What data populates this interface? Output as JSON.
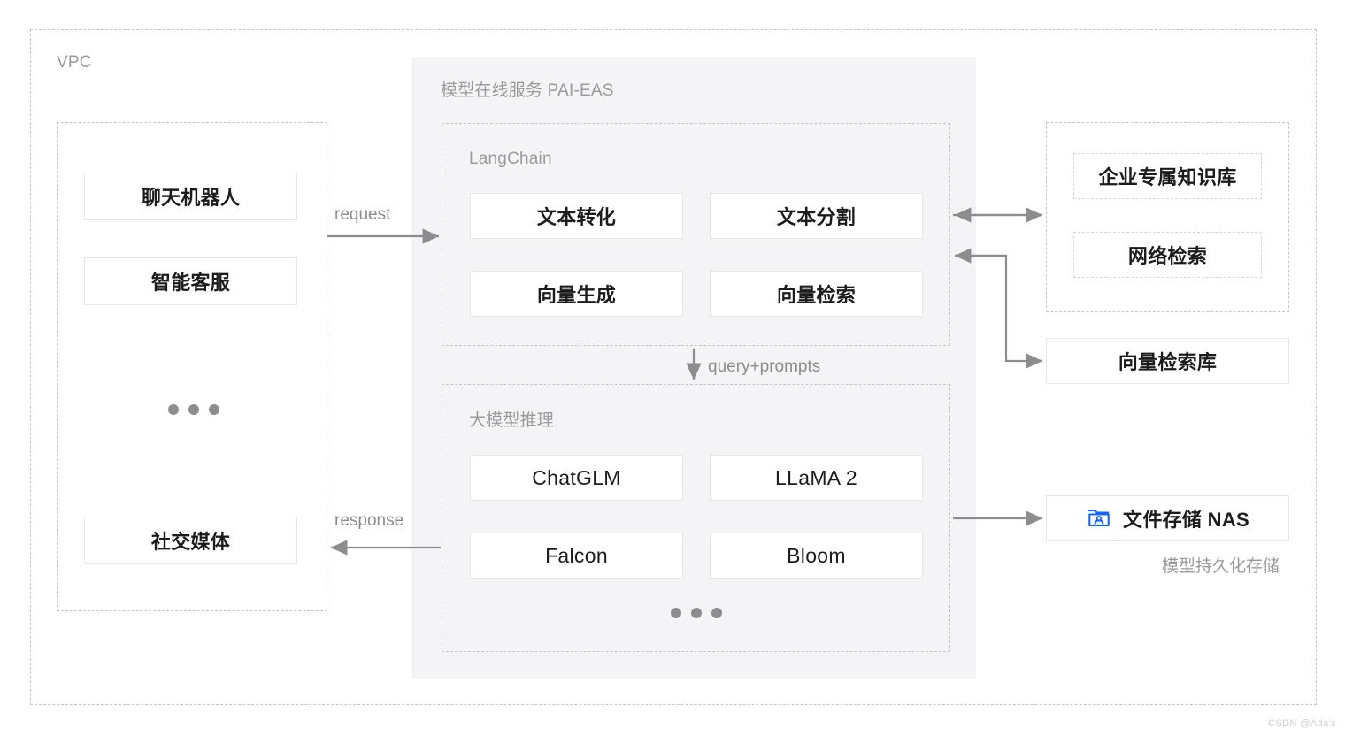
{
  "diagram": {
    "title": "VPC",
    "watermark": "CSDN @Ada's",
    "colors": {
      "panel_bg": "#f4f4f6",
      "dashed_border": "#c6c6c6",
      "card_border": "#e6e6e6",
      "arrow": "#8d8d8d",
      "muted_text": "#9a9a9a",
      "nas_icon": "#1763f2"
    }
  },
  "clients": {
    "items": [
      {
        "label": "聊天机器人"
      },
      {
        "label": "智能客服"
      },
      {
        "label": "社交媒体"
      }
    ],
    "ellipsis": "..."
  },
  "eas": {
    "title": "模型在线服务 PAI-EAS",
    "langchain": {
      "title": "LangChain",
      "items": [
        {
          "label": "文本转化"
        },
        {
          "label": "文本分割"
        },
        {
          "label": "向量生成"
        },
        {
          "label": "向量检索"
        }
      ]
    },
    "inference": {
      "title": "大模型推理",
      "items": [
        {
          "label": "ChatGLM"
        },
        {
          "label": "LLaMA 2"
        },
        {
          "label": "Falcon"
        },
        {
          "label": "Bloom"
        }
      ],
      "ellipsis": "..."
    }
  },
  "knowledge": {
    "items": [
      {
        "label": "企业专属知识库"
      },
      {
        "label": "网络检索"
      }
    ]
  },
  "vector_db": {
    "label": "向量检索库"
  },
  "storage": {
    "label": "文件存储 NAS",
    "caption": "模型持久化存储",
    "icon": "nas-folder-icon"
  },
  "edges": {
    "request": "request",
    "response": "response",
    "query_prompts": "query+prompts"
  }
}
